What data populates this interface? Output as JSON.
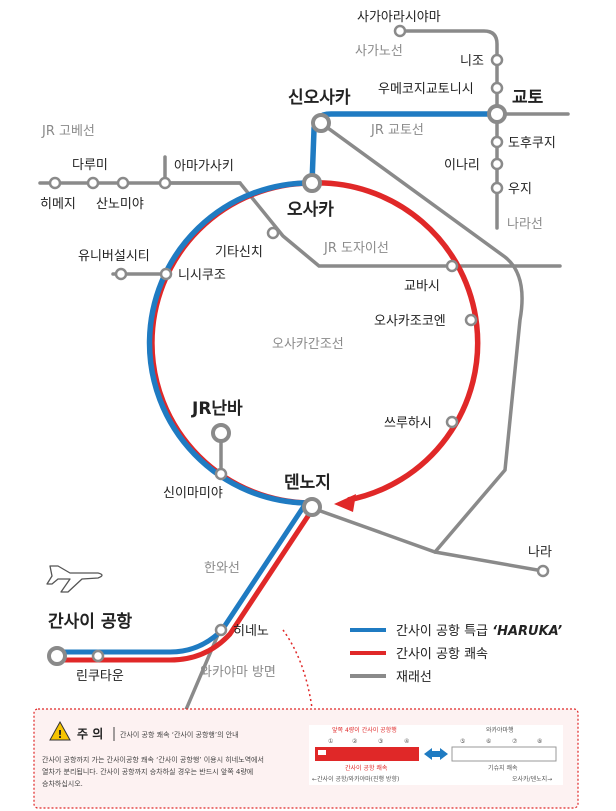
{
  "colors": {
    "haruka": "#1f7bc2",
    "rapid": "#e02828",
    "jr_line": "#8a8a8a",
    "notice_border": "#e02828",
    "notice_bg": "#fdf2f2"
  },
  "lines": {
    "sagano": "사가노선",
    "kobe": "JR 고베선",
    "kyoto": "JR 교토선",
    "tozai": "JR 도자이선",
    "nara": "나라선",
    "loop": "오사카간조선",
    "hanwa": "한와선",
    "wakayama": "와카야마 방면"
  },
  "stations": {
    "saga_arashiyama": "사가아라시야마",
    "nijo": "니조",
    "umekoji": "우메코지교토니시",
    "shin_osaka": "신오사카",
    "kyoto": "교토",
    "tofukuji": "도후쿠지",
    "inari": "이나리",
    "uji": "우지",
    "tarumi": "다루미",
    "himeji": "히메지",
    "sannomiya": "산노미야",
    "amagasaki": "아마가사키",
    "osaka": "오사카",
    "kitashinchi": "기타신치",
    "universal_city": "유니버설시티",
    "nishikujo": "니시쿠조",
    "kyobashi": "교바시",
    "osakajokoen": "오사카조코엔",
    "jr_namba": "JR난바",
    "tsuruhashi": "쓰루하시",
    "shin_imamiya": "신이마미야",
    "tennoji": "덴노지",
    "nara": "나라",
    "kansai_airport": "간사이 공항",
    "rinku_town": "린쿠타운",
    "hineno": "히네노"
  },
  "legend": {
    "haruka_prefix": "간사이 공항 특급 ",
    "haruka_name": "‘HARUKA’",
    "rapid": "간사이 공항 쾌속",
    "local": "재래선"
  },
  "notice": {
    "title": "주 의",
    "subtitle": "간사이 공항 쾌속 ‘간사이 공항행’의 안내",
    "body_line1": "간사이 공항까지 가는 간사이공항 쾌속 ‘간사이 공항행’ 이용시 히네노역에서",
    "body_line2": "열차가 분리됩니다. 간사이 공항까지 승차하실 경우는 반드시 앞쪽 4량에",
    "body_line3": "승차하십시오.",
    "front_label": "앞쪽 4량이 간사이 공항행",
    "front_cars": [
      "①",
      "②",
      "③",
      "④"
    ],
    "front_caption": "간사이 공항 쾌속",
    "front_direction": "←간사이 공항/와카야마(진행 방향)",
    "rear_label": "와카야마행",
    "rear_cars": [
      "⑤",
      "⑥",
      "⑦",
      "⑧"
    ],
    "rear_caption": "기슈지 쾌속",
    "rear_direction": "오사카/덴노지→"
  }
}
